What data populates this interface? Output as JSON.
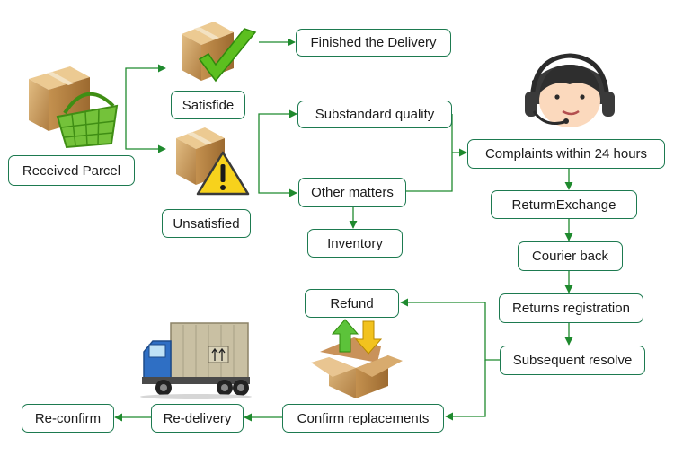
{
  "nodes": {
    "received_parcel": "Received Parcel",
    "satisfide": "Satisfide",
    "finished_delivery": "Finished the Delivery",
    "unsatisfied": "Unsatisfied",
    "substandard_quality": "Substandard quality",
    "other_matters": "Other matters",
    "inventory": "Inventory",
    "complaints": "Complaints within 24 hours",
    "return_exchange": "ReturmExchange",
    "courier_back": "Courier back",
    "returns_registration": "Returns registration",
    "subsequent_resolve": "Subsequent resolve",
    "refund": "Refund",
    "confirm_replacements": "Confirm replacements",
    "re_delivery": "Re-delivery",
    "re_confirm": "Re-confirm"
  },
  "icons": {
    "parcel_basket": "parcel-with-green-basket",
    "box_check": "box-with-green-checkmark",
    "box_warning": "box-with-warning-sign",
    "support_agent": "headset-support-agent",
    "box_arrows": "open-box-with-arrows",
    "truck": "delivery-truck"
  },
  "colors": {
    "line": "#1f8a2e",
    "border": "#1d7a50",
    "check_green": "#5cbf1f",
    "warning_yellow": "#f7d21c",
    "box_brown": "#c89a5a"
  }
}
